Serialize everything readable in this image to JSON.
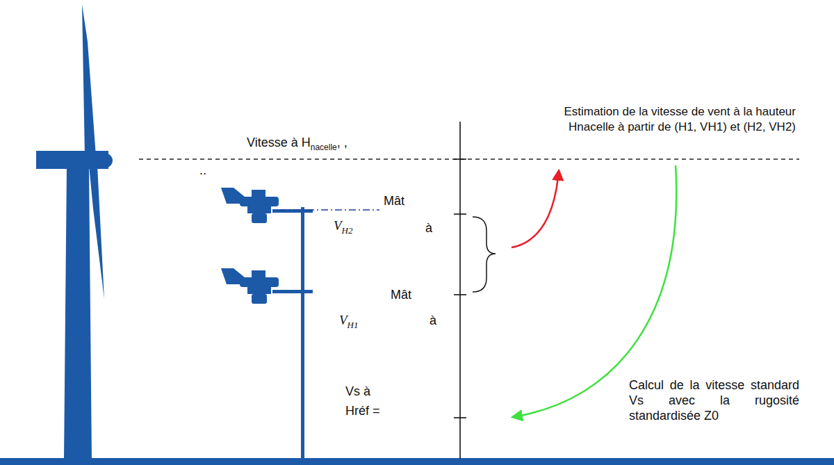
{
  "diagram": {
    "labels": [
      "Vitesse à H",
      "nacelle",
      ", ,",
      "..",
      "Estimation de la vitesse de vent à la hauteur Hnacelle à partir de (H1, VH1) et (H2, VH2)",
      "Mât",
      "à",
      "V",
      "H2",
      "Mât",
      "à",
      "V",
      "H1",
      "Vs à",
      "Hréf =",
      "Calcul de la vitesse standard Vs avec la rugosité standardisée Z0"
    ]
  }
}
